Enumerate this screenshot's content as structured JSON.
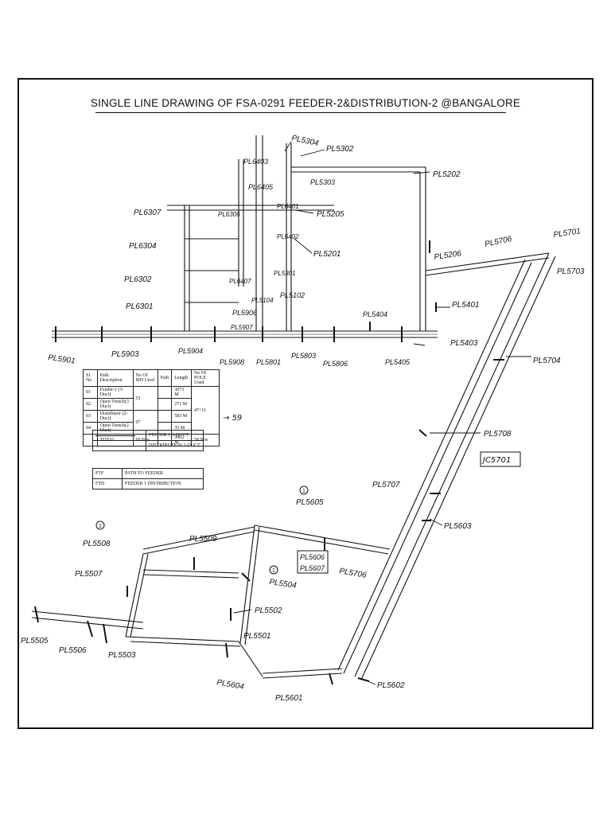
{
  "title": "SINGLE LINE DRAWING OF FSA-0291 FEEDER-2&DISTRIBUTION-2 @BANGALORE",
  "summary_table": {
    "headers": [
      "Sl. No",
      "Path Description",
      "No Of MH Used",
      "Path",
      "Length",
      "No Of POLE Used"
    ],
    "rows": [
      [
        "01",
        "Feeder-1 (3-Duct)",
        "53",
        "",
        "3073 M",
        "47+11"
      ],
      [
        "02",
        "Open Trench(3 Duct)",
        "",
        "",
        "271 M",
        ""
      ],
      [
        "03",
        "Distributor (2-Duct)",
        "07",
        "",
        "583 M",
        ""
      ],
      [
        "04",
        "Open Trench(2 Duct)",
        "",
        "",
        "35 M",
        ""
      ]
    ],
    "total": [
      "",
      "TOTAL",
      "60 Nos",
      "",
      "3962 M",
      "58 Nos"
    ],
    "total_note": "59"
  },
  "legend_lines": [
    {
      "label": "FEEDER 1 3-DUCT"
    },
    {
      "label": "DISTRIBUTION 2-DUCT"
    }
  ],
  "legend_abbrev": [
    {
      "code": "PTF",
      "text": "PATH TO FEEDER"
    },
    {
      "code": "FTD",
      "text": "FEEDER 1 DISTRIBUTION"
    }
  ],
  "handwritten_labels": {
    "PL5304": "PL5304",
    "PL5302": "PL5302",
    "PL6403": "PL6403",
    "PL5303": "PL5303",
    "PL6405": "PL6405",
    "PL5202": "PL5202",
    "PL6307": "PL6307",
    "PL6306": "PL6306",
    "PL6401": "PL6401",
    "PL5205": "PL5205",
    "PL5701": "PL5701",
    "PL5706": "PL5706",
    "PL6304": "PL6304",
    "PL6402": "PL6402",
    "PL5201": "PL5201",
    "PL5206": "PL5206",
    "PL5703": "PL5703",
    "PL6302": "PL6302",
    "PL6407": "PL6407",
    "PL5301": "PL5301",
    "PL5102": "PL5102",
    "PL6301": "PL6301",
    "PL5104": "PL5104",
    "PL5906": "PL5906",
    "PL5401": "PL5401",
    "PL5404": "PL5404",
    "PL5907": "PL5907",
    "PL5901": "PL5901",
    "PL5903": "PL5903",
    "PL5904": "PL5904",
    "PL5908": "PL5908",
    "PL5801": "PL5801",
    "PL5803": "PL5803",
    "PL5806": "PL5806",
    "PL5405": "PL5405",
    "PL5403": "PL5403",
    "PL5704": "PL5704",
    "PL5708": "PL5708",
    "JC5701": "JC5701",
    "PL5707": "PL5707",
    "PL5605": "PL5605",
    "PL5603": "PL5603",
    "PL5508": "PL5508",
    "PL5509": "PL5509",
    "PL5606": "PL5606",
    "PL5607": "PL5607",
    "PL5507": "PL5507",
    "PL5504": "PL5504",
    "PL5706b": "PL5706",
    "PL5502": "PL5502",
    "PL5505": "PL5505",
    "PL5506": "PL5506",
    "PL5503": "PL5503",
    "PL5501": "PL5501",
    "PL5604": "PL5604",
    "PL5602": "PL5602",
    "PL5601": "PL5601",
    "circle1": "1"
  }
}
